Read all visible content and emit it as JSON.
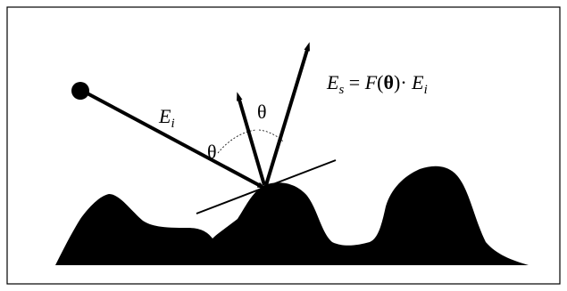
{
  "labels": {
    "incident": "E",
    "incident_sub": "i",
    "theta_left": "θ",
    "theta_right": "θ",
    "scattered_E": "E",
    "scattered_sub": "s",
    "scattered_eq": " = ",
    "scattered_F": "F",
    "scattered_paren_open": "(",
    "scattered_theta": "θ",
    "scattered_paren_close": ")",
    "scattered_dot": "·",
    "scattered_E2": "E",
    "scattered_sub2": "i"
  },
  "colors": {
    "ink": "#000000",
    "background": "#ffffff"
  }
}
